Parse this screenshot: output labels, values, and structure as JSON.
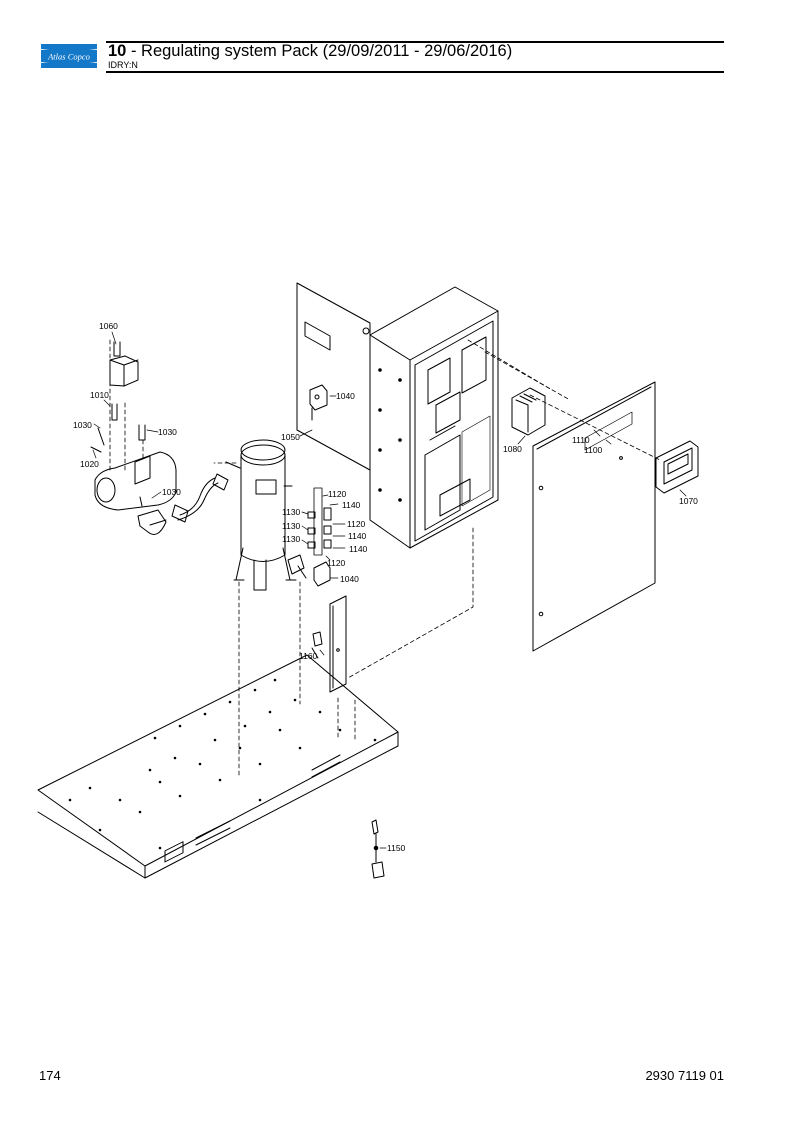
{
  "header": {
    "logo_text": "Atlas Copco",
    "section_number": "10",
    "title_text": " - Regulating system Pack (29/09/2011 - 29/06/2016)",
    "subtitle": "IDRY:N"
  },
  "callouts": {
    "c1060": "1060",
    "c1010": "1010",
    "c1030a": "1030",
    "c1030b": "1030",
    "c1020": "1020",
    "c1030c": "1030",
    "c1040a": "1040",
    "c1050": "1050",
    "c1120a": "1120",
    "c1140a": "1140",
    "c1130a": "1130",
    "c1130b": "1130",
    "c1120b": "1120",
    "c1140b": "1140",
    "c1130c": "1130",
    "c1140c": "1140",
    "c1120c": "1120",
    "c1040b": "1040",
    "c1080": "1080",
    "c1110": "1110",
    "c1100": "1100",
    "c1070": "1070",
    "c1160": "1160",
    "c1150": "1150"
  },
  "footer": {
    "page_number": "174",
    "document_number": "2930 7119 01"
  }
}
